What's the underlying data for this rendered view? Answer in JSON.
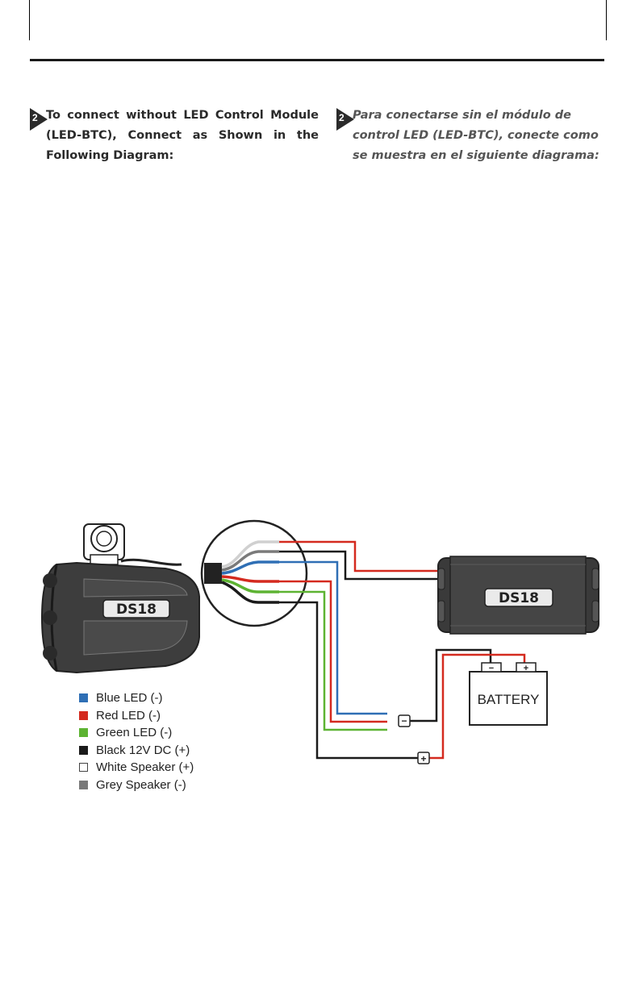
{
  "instructions": {
    "english": {
      "step_number": "2",
      "text": "To connect without LED Control Module (LED-BTC), Connect as Shown in the Following Diagram:"
    },
    "spanish": {
      "step_number": "2",
      "text": "Para conectarse sin el módulo de control LED (LED-BTC), conecte como se muestra en el siguiente diagrama:"
    }
  },
  "diagram": {
    "speaker_logo": "DS18",
    "amplifier_logo": "DS18",
    "battery_label": "BATTERY",
    "battery_negative": "−",
    "battery_positive": "+",
    "junction_negative": "−",
    "junction_positive": "+"
  },
  "legend": [
    {
      "label": "Blue LED (-)",
      "color": "#2f6fb5"
    },
    {
      "label": "Red LED (-)",
      "color": "#d42a1f"
    },
    {
      "label": "Green LED (-)",
      "color": "#5db332"
    },
    {
      "label": "Black 12V DC (+)",
      "color": "#1a1a1a"
    },
    {
      "label": "White Speaker (+)",
      "color": "#ffffff"
    },
    {
      "label": "Grey Speaker (-)",
      "color": "#7a7a7a"
    }
  ],
  "wire_colors": {
    "blue": "#2f6fb5",
    "red": "#d42a1f",
    "green": "#5db332",
    "black": "#1a1a1a",
    "white": "#d0d0d0",
    "grey": "#7a7a7a"
  }
}
